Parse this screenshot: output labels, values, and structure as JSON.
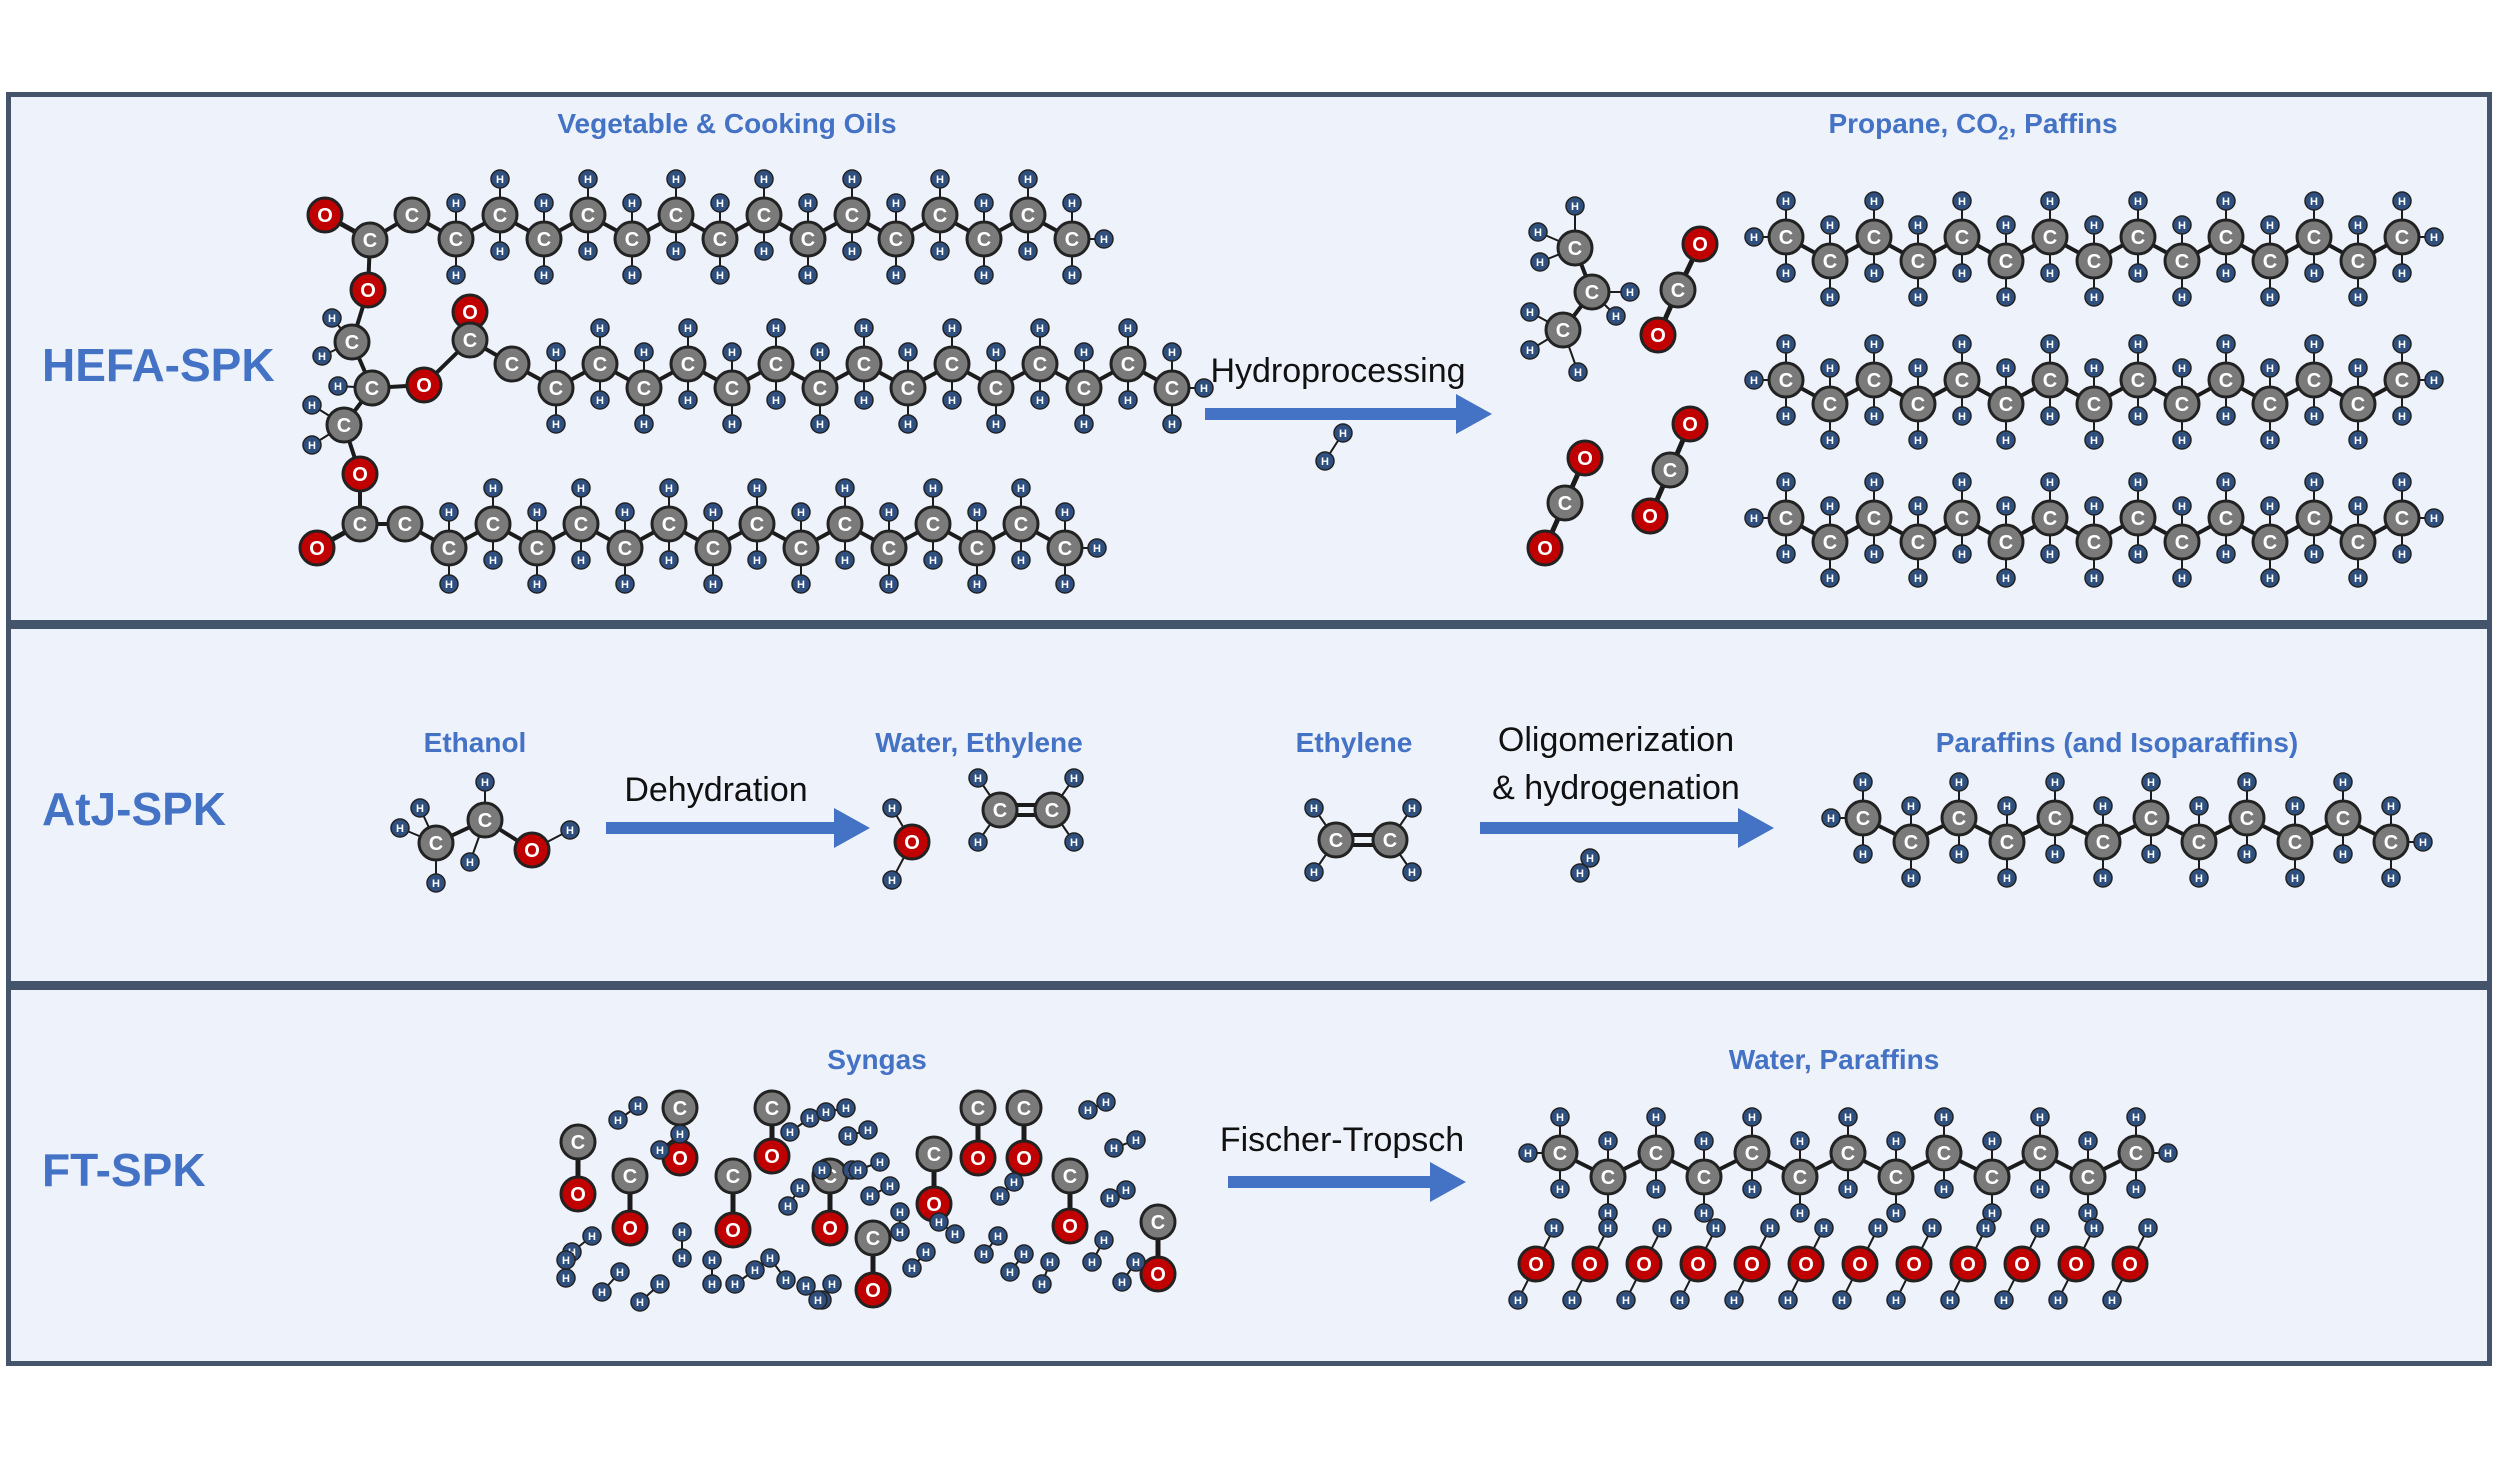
{
  "colors": {
    "border": "#44546a",
    "panel": "#eef2fa",
    "accent": "#4472c4",
    "carbon": "#7a7a7a",
    "oxygen": "#c00000",
    "hydrogen": "#2f4f7f",
    "text": "#111111"
  },
  "rows": [
    {
      "title": "HEFA-SPK",
      "reactant": "Vegetable & Cooking Oils",
      "product_parts": [
        "Propane, CO",
        "2",
        ", Paffins"
      ],
      "process": "Hydroprocessing",
      "process_line2": ""
    },
    {
      "title": "AtJ-SPK",
      "reactant": "Ethanol",
      "intermediate": "Water, Ethylene",
      "process": "Dehydration",
      "reactant2": "Ethylene",
      "process2": "Oligomerization",
      "process2_line2": "& hydrogenation",
      "product": "Paraffins (and Isoparaffins)"
    },
    {
      "title": "FT-SPK",
      "reactant": "Syngas",
      "process": "Fischer-Tropsch",
      "product": "Water, Paraffins"
    }
  ],
  "atoms": {
    "carbon": "C",
    "oxygen": "O",
    "hydrogen": "H"
  }
}
